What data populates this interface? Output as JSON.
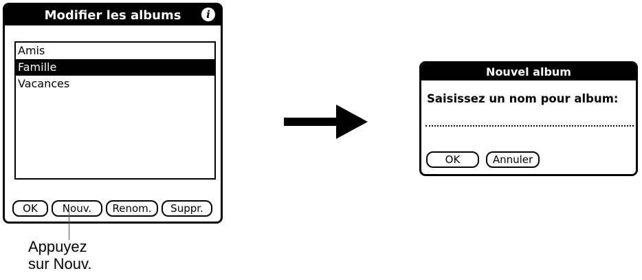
{
  "edit_dialog": {
    "title": "Modifier les albums",
    "info_icon": "info-icon",
    "albums": [
      {
        "label": "Amis",
        "selected": false
      },
      {
        "label": "Famille",
        "selected": true
      },
      {
        "label": "Vacances",
        "selected": false
      }
    ],
    "buttons": {
      "ok": "OK",
      "new": "Nouv.",
      "rename": "Renom.",
      "delete": "Suppr."
    }
  },
  "callout": {
    "line1": "Appuyez",
    "line2": "sur Nouv."
  },
  "arrow": {
    "icon": "right-arrow-icon",
    "direction": "right"
  },
  "new_album_dialog": {
    "title": "Nouvel album",
    "prompt": "Saisissez un nom pour album:",
    "input_value": "",
    "buttons": {
      "ok": "OK",
      "cancel": "Annuler"
    }
  }
}
